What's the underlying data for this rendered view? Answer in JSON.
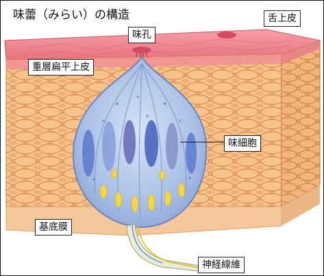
{
  "diagram": {
    "title": "味蕾（みらい）の構造",
    "labels": {
      "tongue_epithelium": "舌上皮",
      "taste_pore": "味孔",
      "stratified_squamous": "重層扁平上皮",
      "taste_cell": "味細胞",
      "basement_membrane": "基底膜",
      "nerve_fiber": "神経線維"
    }
  }
}
